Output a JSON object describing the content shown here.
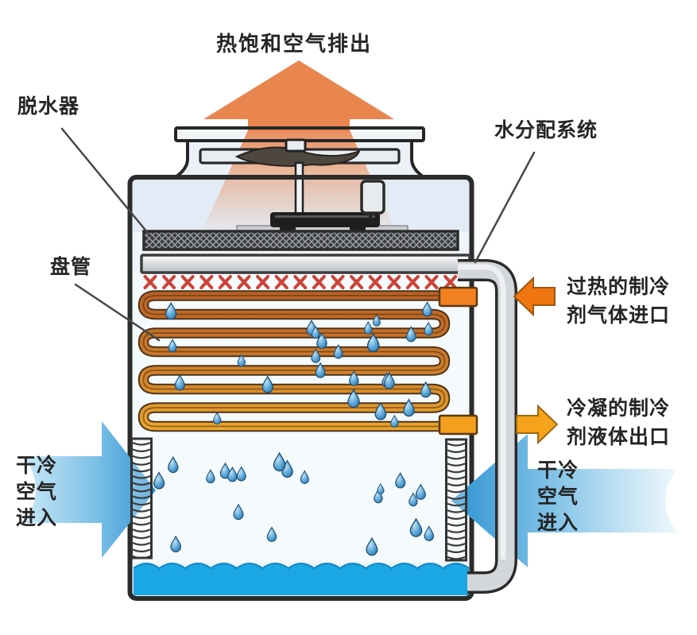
{
  "diagram": {
    "type": "evaporative-condenser-cooling-tower",
    "labels": {
      "exhaust": "热饱和空气排出",
      "drift_eliminator": "脱水器",
      "water_distribution": "水分配系统",
      "coil": "盘管",
      "gas_inlet": "过热的制冷\n剂气体进口",
      "liquid_outlet": "冷凝的制冷\n剂液体出口",
      "air_in_left": "干冷\n空气\n进入",
      "air_in_right": "干冷\n空气\n进入"
    },
    "spray": {
      "nozzle_count": 17
    },
    "coil_passes": 8,
    "droplets": {
      "coil_zone": 26,
      "rain_zone": 20
    }
  },
  "colors": {
    "hot_air": "#E9854F",
    "air_blue": "#4FA8DC",
    "water": "#1BA7E3",
    "coil_top": "#B96226",
    "coil_bottom": "#ECA72E",
    "coil_outline": "#4E341B",
    "gas_arrow": "#F0750F",
    "liquid_arrow": "#F5A319",
    "port_inlet": "#F28020",
    "port_outlet": "#F2A01E",
    "nozzle_red": "#CE4238",
    "outline": "#2B2B2B",
    "droplet": "#2E85C4",
    "pipe_gray": "#D3D7DA",
    "label_text": "#252525"
  }
}
